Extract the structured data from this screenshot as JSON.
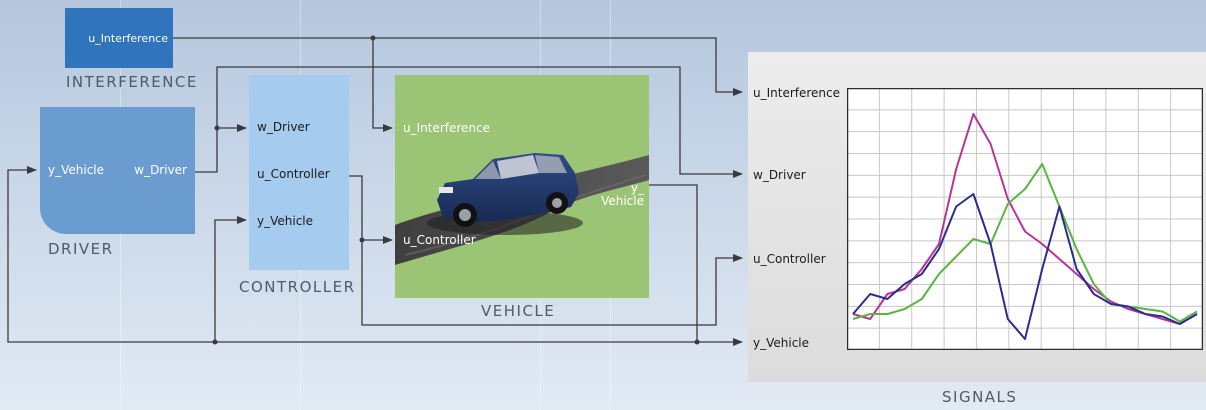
{
  "blocks": {
    "interference": {
      "port_out": "u_Interference",
      "caption": "INTERFERENCE"
    },
    "driver": {
      "port_in": "y_Vehicle",
      "port_out": "w_Driver",
      "caption": "DRIVER"
    },
    "controller": {
      "ports_in": [
        "w_Driver",
        "y_Vehicle"
      ],
      "port_out": "u_Controller",
      "caption": "CONTROLLER"
    },
    "vehicle": {
      "port_in_1": "u_Interference",
      "port_in_2": "u_Controller",
      "port_out": "y_\nVehicle",
      "caption": "VEHICLE"
    },
    "signals": {
      "ports_in": [
        "u_Interference",
        "w_Driver",
        "u_Controller",
        "y_Vehicle"
      ],
      "caption": "SIGNALS"
    }
  },
  "colors": {
    "interference_block": "#2f74bd",
    "driver_block": "#6b9ccf",
    "controller_block": "#a5cbee",
    "vehicle_background": "#9bc574",
    "wire": "#3a3a3a",
    "trace_magenta": "#b5359c",
    "trace_green": "#5ab541",
    "trace_navy": "#2d2d8c"
  },
  "icons": [
    "car-3d-image",
    "arrow-head"
  ],
  "chart_data": {
    "type": "line",
    "x": [
      0,
      0.05,
      0.1,
      0.15,
      0.2,
      0.25,
      0.3,
      0.35,
      0.4,
      0.45,
      0.5,
      0.55,
      0.6,
      0.65,
      0.7,
      0.75,
      0.8,
      0.85,
      0.9,
      0.95,
      1.0
    ],
    "series": [
      {
        "values": [
          0.12,
          0.1,
          0.2,
          0.22,
          0.3,
          0.4,
          0.7,
          0.92,
          0.8,
          0.58,
          0.45,
          0.4,
          0.34,
          0.28,
          0.22,
          0.17,
          0.14,
          0.12,
          0.1,
          0.08,
          0.12
        ]
      },
      {
        "values": [
          0.1,
          0.12,
          0.12,
          0.14,
          0.18,
          0.28,
          0.35,
          0.42,
          0.4,
          0.56,
          0.62,
          0.72,
          0.55,
          0.38,
          0.24,
          0.16,
          0.15,
          0.14,
          0.13,
          0.09,
          0.13
        ]
      },
      {
        "values": [
          0.12,
          0.2,
          0.18,
          0.24,
          0.28,
          0.38,
          0.55,
          0.6,
          0.4,
          0.1,
          0.02,
          0.3,
          0.55,
          0.3,
          0.2,
          0.16,
          0.15,
          0.12,
          0.11,
          0.08,
          0.12
        ]
      }
    ],
    "grid": true,
    "legend": "none"
  }
}
